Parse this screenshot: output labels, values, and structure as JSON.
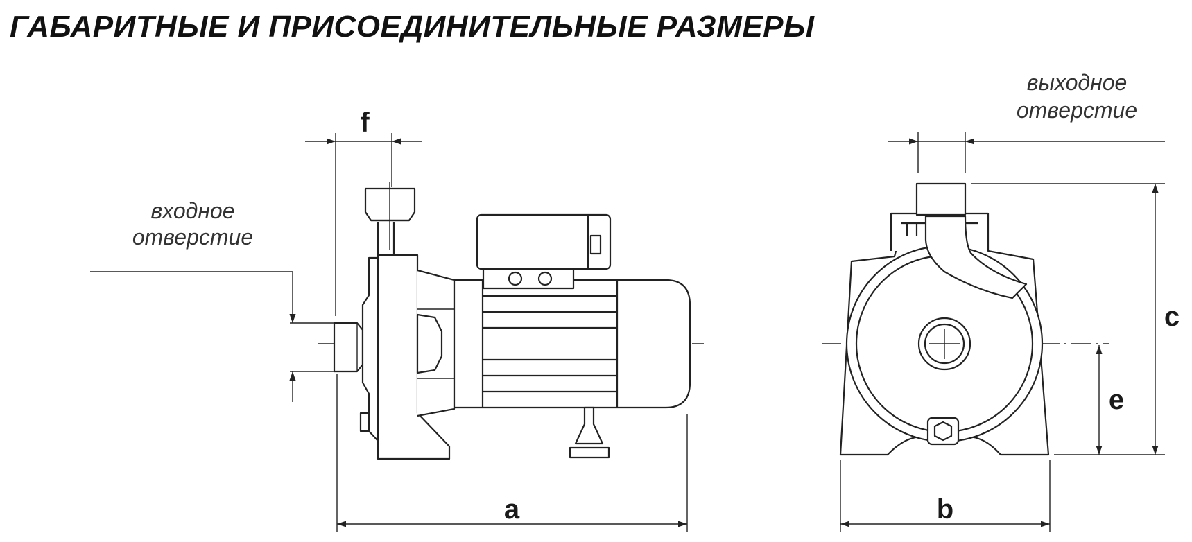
{
  "title": "ГАБАРИТНЫЕ И ПРИСОЕДИНИТЕЛЬНЫЕ РАЗМЕРЫ",
  "side_view": {
    "inlet_label_line1": "входное",
    "inlet_label_line2": "отверстие",
    "dimensions": {
      "overall_length": "a",
      "inlet_offset": "f"
    }
  },
  "front_view": {
    "outlet_label_line1": "выходное",
    "outlet_label_line2": "отверстие",
    "dimensions": {
      "base_width": "b",
      "overall_height": "c",
      "axis_height": "e"
    }
  }
}
